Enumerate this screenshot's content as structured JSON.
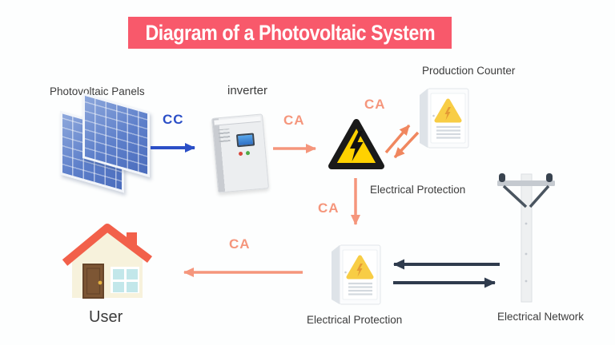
{
  "title": {
    "text": "Diagram of a Photovoltaic System",
    "background": "#F8596B",
    "text_color": "#FFFFFF"
  },
  "colors": {
    "dc_blue": "#2B4FC7",
    "ac_salmon": "#F5967C",
    "ac_orange": "#F0875F",
    "grid_navy": "#2F3B4D",
    "warning_yellow": "#FFD200",
    "roof_coral": "#F2604A",
    "panel_blue": "#5D7FCA"
  },
  "nodes": {
    "photovoltaic_panels": {
      "label": "Photovoltaic Panels"
    },
    "inverter": {
      "label": "inverter"
    },
    "production_counter": {
      "label": "Production Counter"
    },
    "electrical_protection_upper": {
      "label": "Electrical Protection"
    },
    "electrical_protection_lower": {
      "label": "Electrical Protection"
    },
    "electrical_network": {
      "label": "Electrical Network"
    },
    "user": {
      "label": "User"
    }
  },
  "edges": {
    "panels_to_inverter": {
      "label": "CC"
    },
    "inverter_to_protection": {
      "label": "CA"
    },
    "protection_to_counter": {
      "label": "CA"
    },
    "protection_to_protection": {
      "label": "CA"
    },
    "protection_to_user": {
      "label": "CA"
    }
  }
}
